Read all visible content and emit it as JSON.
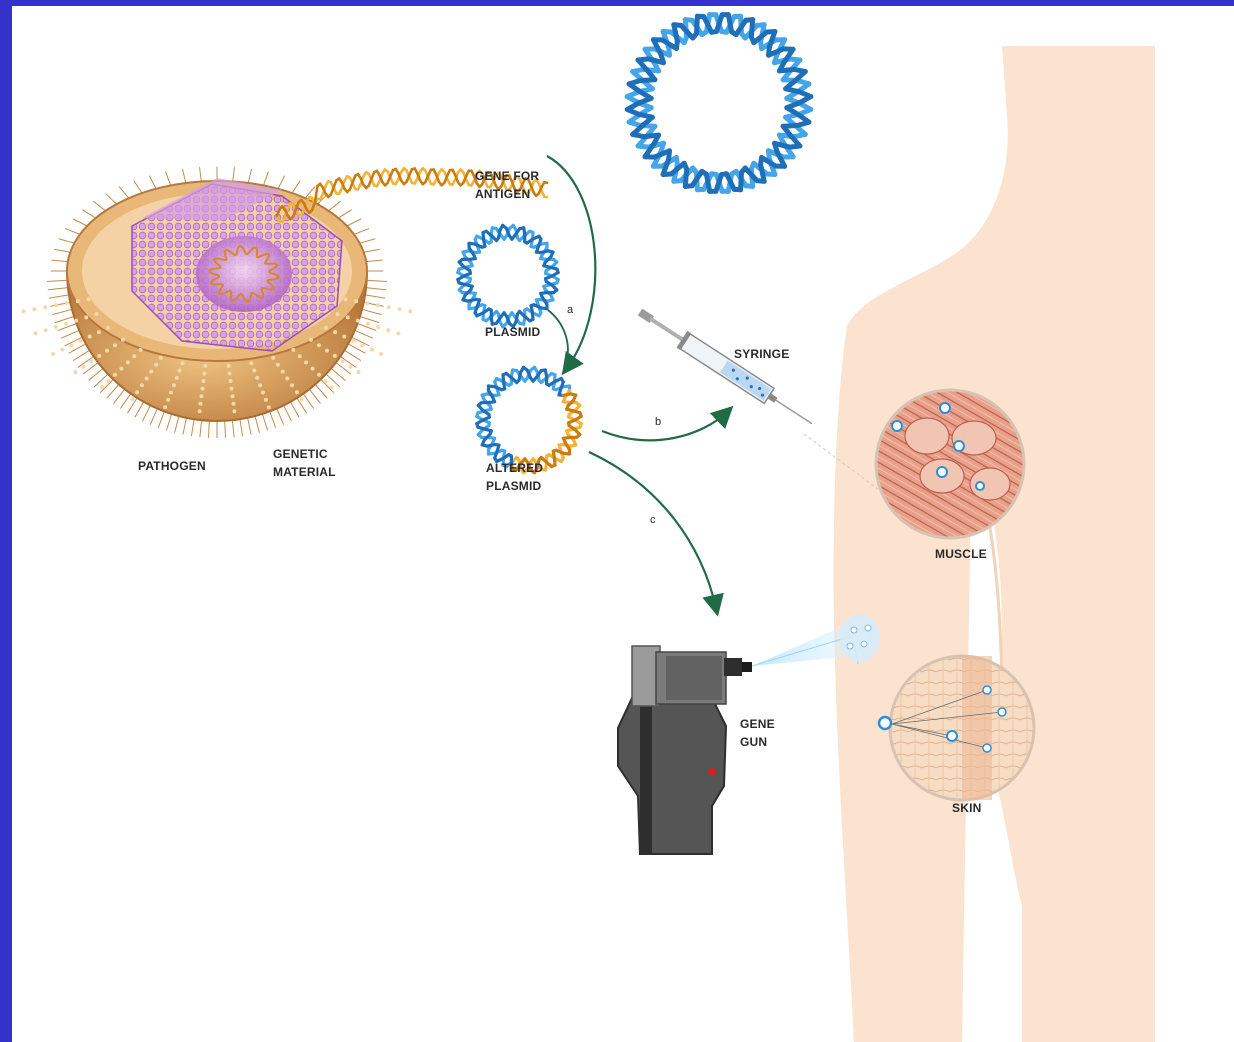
{
  "labels": {
    "gene_for_antigen": [
      "GENE FOR",
      "ANTIGEN"
    ],
    "plasmid": "PLASMID",
    "altered_plasmid": [
      "ALTERED",
      "PLASMID"
    ],
    "pathogen": "PATHOGEN",
    "genetic_material": [
      "GENETIC",
      "MATERIAL"
    ],
    "syringe": "SYRINGE",
    "muscle": "MUSCLE",
    "gene_gun": [
      "GENE",
      "GUN"
    ],
    "skin": "SKIN"
  },
  "steps": {
    "a": "a",
    "b": "b",
    "c": "c"
  },
  "colors": {
    "frame": "#3333cc",
    "body": "#fbe3cf",
    "arrow": "#1f6b45",
    "dna_blue": "#2f8fd6",
    "dna_orange": "#eea020",
    "pathogen_shell": "#d9a35c",
    "pathogen_core": "#c77ed6"
  }
}
